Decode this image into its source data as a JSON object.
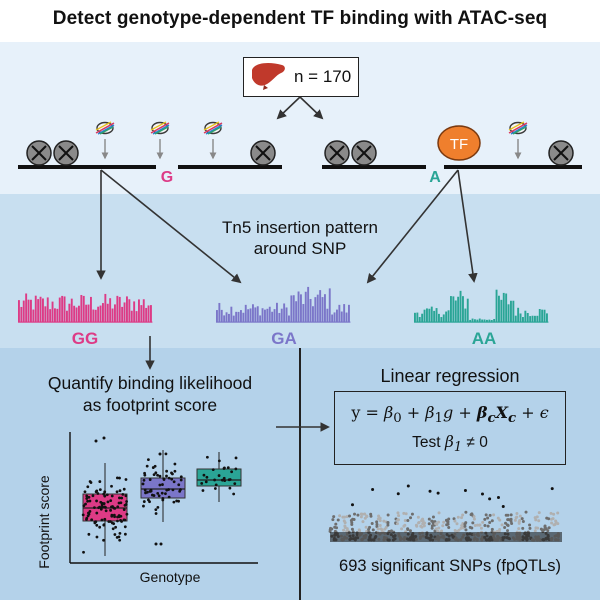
{
  "title": "Detect genotype-dependent TF binding with ATAC-seq",
  "sample": {
    "count_label": "n = 170"
  },
  "alleles": {
    "left": "G",
    "right": "A"
  },
  "tf_label": "TF",
  "tn5": {
    "line1": "Tn5 insertion pattern",
    "line2": "around SNP"
  },
  "genotypes": [
    "GG",
    "GA",
    "AA"
  ],
  "colors": {
    "GG": "#dd3b86",
    "GA": "#7b76c9",
    "AA": "#2aa596",
    "tf": "#ef7f2d",
    "liver": "#c0392b"
  },
  "quantify": {
    "line1": "Quantify binding likelihood",
    "line2": "as footprint score"
  },
  "boxplot": {
    "ylabel": "Footprint score",
    "xlabel": "Genotype"
  },
  "regression": {
    "title": "Linear regression",
    "test_prefix": "Test",
    "result": "693 significant SNPs (fpQTLs)"
  }
}
